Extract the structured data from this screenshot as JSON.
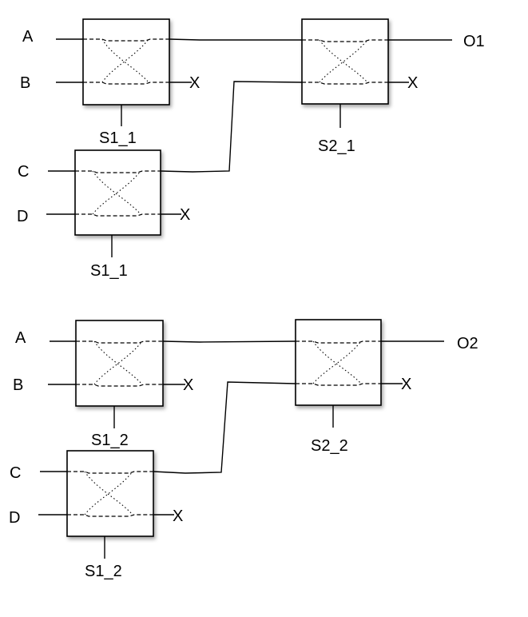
{
  "diagrams": [
    {
      "inputs": [
        "A",
        "B",
        "C",
        "D"
      ],
      "discard": [
        "X",
        "X",
        "X"
      ],
      "stage1_top_label": "S1_1",
      "stage1_bottom_label": "S1_1",
      "stage2_label": "S2_1",
      "output": "O1"
    },
    {
      "inputs": [
        "A",
        "B",
        "C",
        "D"
      ],
      "discard": [
        "X",
        "X",
        "X"
      ],
      "stage1_top_label": "S1_2",
      "stage1_bottom_label": "S1_2",
      "stage2_label": "S2_2",
      "output": "O2"
    }
  ]
}
